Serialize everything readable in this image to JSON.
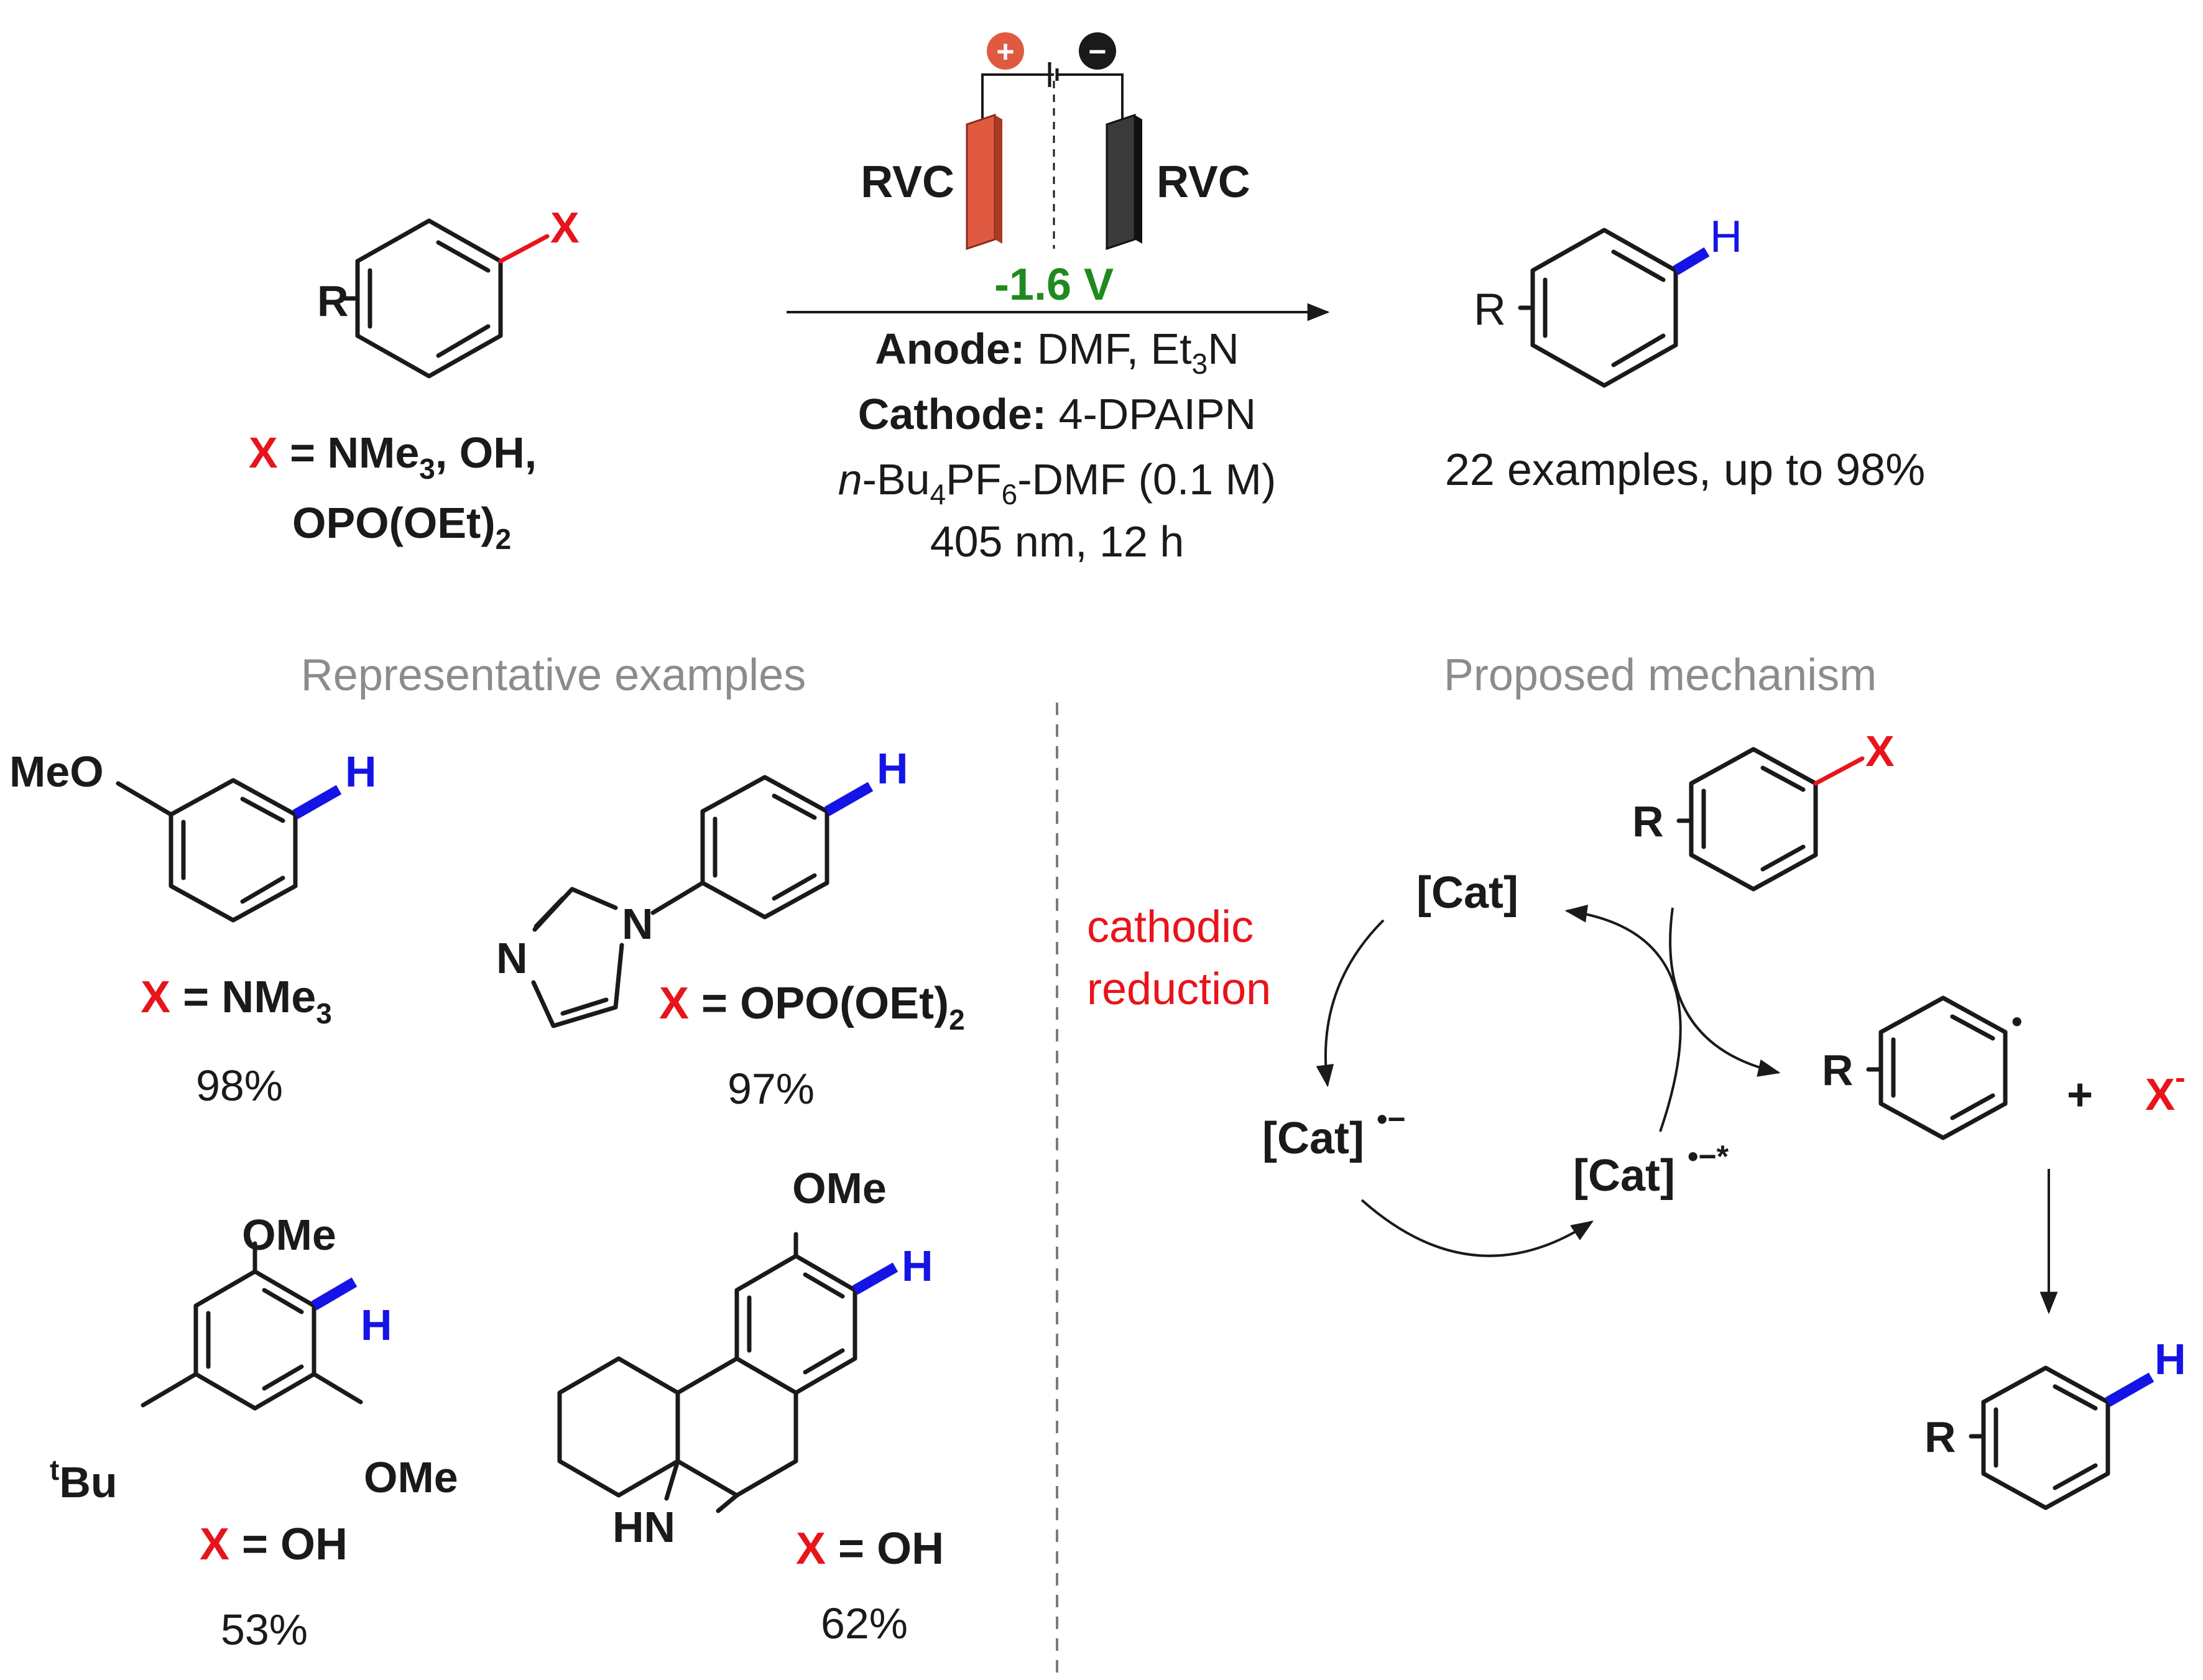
{
  "colors": {
    "ink": "#1a1a1a",
    "leaving_group": "#e8141b",
    "hydrogen": "#1414e6",
    "potential": "#1f8a1f",
    "anode": "#d9533c",
    "cathode": "#2b2b2b",
    "section_title": "#8c8c8c",
    "mechanism_label": "#e8141b"
  },
  "top_scheme": {
    "reactant": {
      "substituent": "R",
      "leaving_group": "X"
    },
    "x_definition": {
      "x": "X",
      "line1": " = NMe",
      "line1_sub": "3",
      "line1_tail": ", OH,",
      "line2": "OPO(OEt)",
      "line2_sub": "2"
    },
    "cell": {
      "anode_label": "RVC",
      "cathode_label": "RVC",
      "plus_symbol": "+",
      "minus_symbol": "−",
      "potential": "-1.6 V"
    },
    "conditions": {
      "anode_bold": "Anode:",
      "anode_text": " DMF, Et",
      "anode_sub": "3",
      "anode_tail": "N",
      "cathode_bold": "Cathode:",
      "cathode_text": " 4-DPAIPN",
      "electrolyte_italic": "n",
      "electrolyte_a": "-Bu",
      "electrolyte_sub1": "4",
      "electrolyte_b": "PF",
      "electrolyte_sub2": "6",
      "electrolyte_c": "-DMF (0.1 M)",
      "light": "405 nm, 12 h"
    },
    "product": {
      "substituent": "R",
      "hydrogen": "H"
    },
    "summary": "22 examples, up to 98%"
  },
  "examples_section": {
    "title": "Representative examples",
    "ex1": {
      "group": "MeO",
      "h": "H",
      "x": "X",
      "cond": " = NMe",
      "cond_sub": "3",
      "yield": "98%"
    },
    "ex2": {
      "n1": "N",
      "n2": "N",
      "h": "H",
      "x": "X",
      "cond": " = OPO(OEt)",
      "cond_sub": "2",
      "yield": "97%"
    },
    "ex3": {
      "ome_top": "OMe",
      "ome_bottom": "OMe",
      "tbu_sup": "t",
      "tbu": "Bu",
      "h": "H",
      "x": "X",
      "cond": " = OH",
      "yield": "53%"
    },
    "ex4": {
      "ome": "OMe",
      "nh": "HN",
      "h": "H",
      "x": "X",
      "cond": " = OH",
      "yield": "62%"
    }
  },
  "mechanism_section": {
    "title": "Proposed mechanism",
    "cathodic_line1": "cathodic",
    "cathodic_line2": "reduction",
    "cat": "[Cat]",
    "cat_radical_anion": "[Cat]",
    "cat_radical_anion_sup": "•−",
    "cat_excited": "[Cat]",
    "cat_excited_sup": "•−*",
    "substrate": {
      "substituent": "R",
      "leaving_group": "X"
    },
    "radical": {
      "substituent": "R",
      "dot": "•"
    },
    "plus": "+",
    "anion": "X",
    "anion_sup": "-",
    "product": {
      "substituent": "R",
      "hydrogen": "H"
    }
  }
}
